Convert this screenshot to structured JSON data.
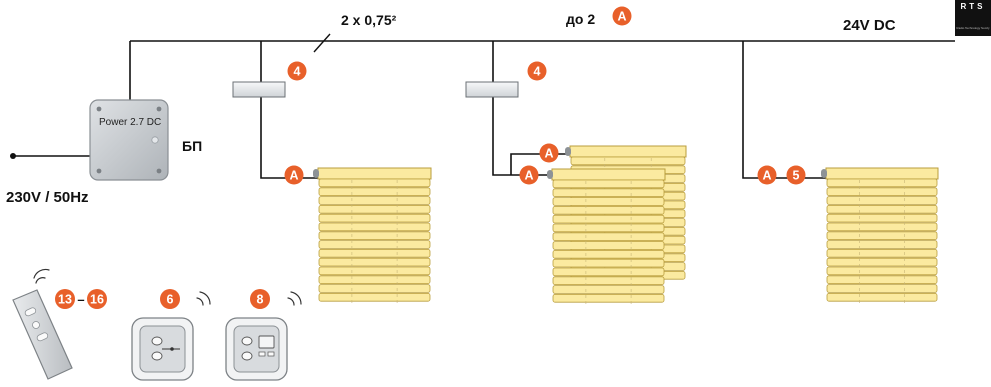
{
  "wire_spec": "2 x 0,75²",
  "max_label_prefix": "до 2",
  "dc_label": "24V DC",
  "mains_label": "230V / 50Hz",
  "psu": {
    "name": "Power 2.7 DC",
    "label": "БП"
  },
  "badges": {
    "connector_a": "A",
    "junction": "4",
    "extension": "5",
    "remote_range_start": "13",
    "remote_range_end": "16",
    "wall_switch": "6",
    "wall_timer": "8"
  },
  "badge_range_dash": "–",
  "logo": {
    "text": "RTS",
    "subtext": "Radio Technology Somfy"
  },
  "colors": {
    "badge": "#e8602a",
    "wire": "#111111",
    "blind_fill": "#fbeaa0",
    "blind_stroke": "#b99d3d",
    "psu_body": "#c9ccd0",
    "junction_box": "#e9ecef"
  }
}
